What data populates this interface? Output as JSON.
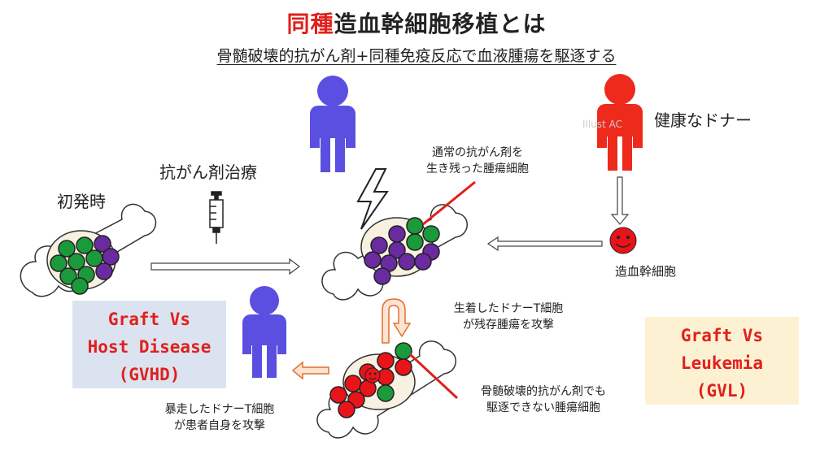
{
  "title": {
    "accent": "同種",
    "rest": "造血幹細胞移植とは"
  },
  "subtitle": "骨髄破壊的抗がん剤+同種免疫反応で血液腫瘍を駆逐する",
  "labels": {
    "initial": "初発時",
    "chemo": "抗がん剤治療",
    "donor": "健康なドナー",
    "stem_cell": "造血幹細胞",
    "surviving_line1": "通常の抗がん剤を",
    "surviving_line2": "生き残った腫瘍細胞",
    "engrafted_line1": "生着したドナーT細胞",
    "engrafted_line2": "が残存腫瘍を攻撃",
    "resistant_line1": "骨髄破壊的抗がん剤でも",
    "resistant_line2": "駆逐できない腫瘍細胞",
    "runaway_line1": "暴走したドナーT細胞",
    "runaway_line2": "が患者自身を攻撃",
    "watermark": "Illust AC"
  },
  "gvhd": {
    "line1": "Graft Vs",
    "line2": "Host Disease",
    "line3": "(GVHD)"
  },
  "gvl": {
    "line1": "Graft Vs",
    "line2": "Leukemia",
    "line3": "(GVL)"
  },
  "colors": {
    "accent": "#e0201c",
    "patient_blue": "#5a4fe0",
    "donor_red": "#ee2a1c",
    "cell_green": "#1a9a3a",
    "cell_purple": "#6a2aa0",
    "cell_red": "#e8141a",
    "gvhd_bg": "#dbe3f0",
    "gvl_bg": "#fdf1d3"
  }
}
